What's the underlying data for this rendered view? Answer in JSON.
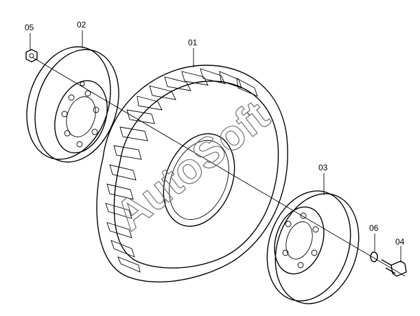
{
  "diagram": {
    "parts": [
      {
        "id": "tire",
        "callout": "01"
      },
      {
        "id": "rim-outer",
        "callout": "02"
      },
      {
        "id": "rim-inner",
        "callout": "03"
      },
      {
        "id": "bolt",
        "callout": "04"
      },
      {
        "id": "nut-left",
        "callout": "05"
      },
      {
        "id": "washer",
        "callout": "06"
      }
    ],
    "watermark": "AutoSoft"
  }
}
